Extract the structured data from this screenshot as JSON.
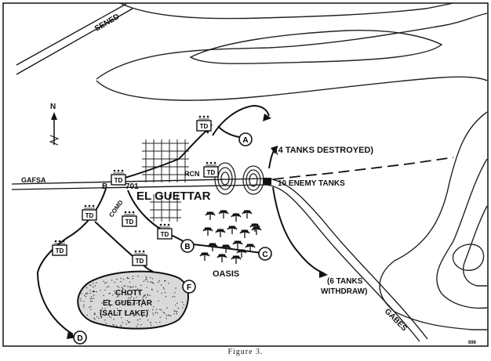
{
  "places": {
    "sened": "SENED",
    "gafsa": "GAFSA",
    "el_guettar": "EL GUETTAR",
    "gabes": "GABES",
    "oasis": "OASIS",
    "chott_line1": "CHOTT",
    "chott_line2": "EL GUETTAR",
    "chott_line3": "(SALT LAKE)"
  },
  "north": "N",
  "units": {
    "td": "TD",
    "rcn": "RCN",
    "comd": "COMD",
    "b": "B",
    "bn_701": "701"
  },
  "positions": [
    "A",
    "B",
    "C",
    "D",
    "F"
  ],
  "annotations": {
    "tanks_destroyed": "(4 TANKS DESTROYED)",
    "enemy_tanks": "10 ENEMY TANKS",
    "withdraw_line1": "(6 TANKS",
    "withdraw_line2": "WITHDRAW)"
  },
  "map_code": "896",
  "figure_caption": "Figure 3."
}
